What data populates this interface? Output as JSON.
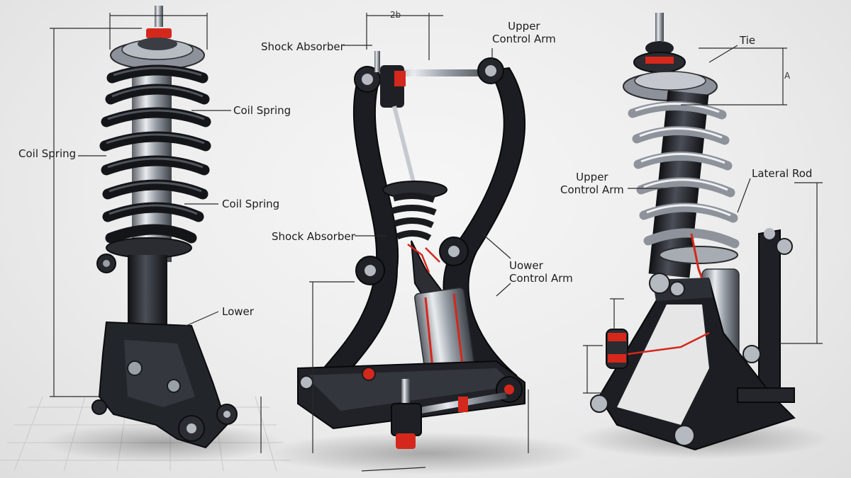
{
  "labels": {
    "left_coil_spring_side": "Coil Spring",
    "left_coil_spring_top": "Coil Spring",
    "left_coil_spring_mid": "Coil Spring",
    "left_lower": "Lower",
    "mid_dimension": "2b",
    "mid_shock_absorber_top": "Shock Absorber",
    "mid_upper_control_arm": "Upper\nControl Arm",
    "mid_shock_absorber_mid": "Shock Absorber",
    "mid_lower_control_arm": "Uower\nControl Arm",
    "right_tie": "Tie",
    "right_dimension": "A",
    "right_upper_control_arm": "Upper\nControl Arm",
    "right_lateral_rod": "Lateral Rod"
  },
  "colors": {
    "metal_dark": "#1b1d22",
    "metal_mid": "#3a3d44",
    "chrome": "#b9bdc4",
    "accent_red": "#d4281c",
    "line": "#2a2a2a"
  }
}
